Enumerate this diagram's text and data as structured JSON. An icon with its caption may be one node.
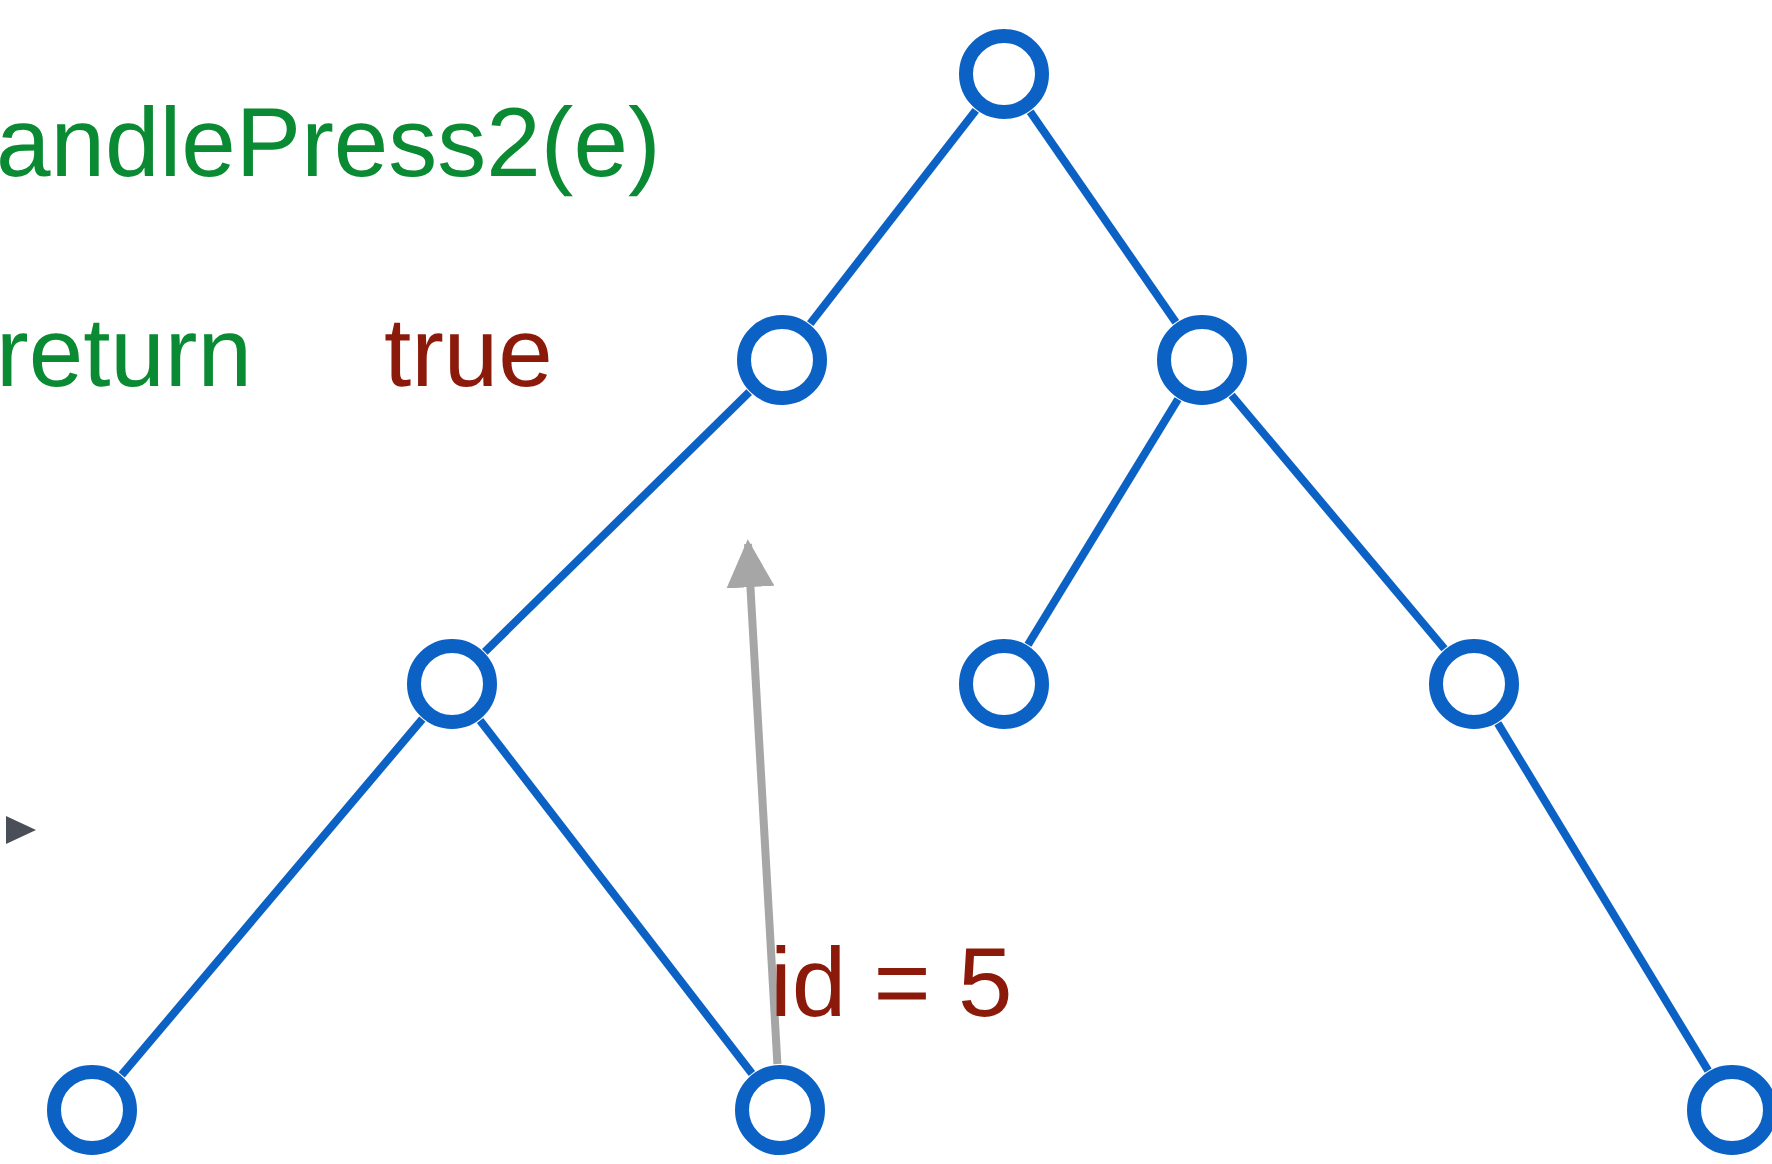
{
  "diagram": {
    "nodes": [
      {
        "text": [],
        "shape": "circle"
      },
      {
        "text": [],
        "shape": "circle"
      },
      {
        "text": [],
        "shape": "circle"
      },
      {
        "text": [],
        "shape": "circle"
      },
      {
        "text": [],
        "shape": "circle"
      },
      {
        "text": [],
        "shape": "circle"
      },
      {
        "text": [],
        "shape": "circle"
      },
      {
        "text": [],
        "shape": "circle"
      },
      {
        "text": [],
        "shape": "circle"
      }
    ],
    "edges": [
      {
        "from": 0,
        "to": 1,
        "arrow": "none"
      },
      {
        "from": 0,
        "to": 2,
        "arrow": "none"
      },
      {
        "from": 1,
        "to": 3,
        "arrow": "none"
      },
      {
        "from": 2,
        "to": 4,
        "arrow": "none"
      },
      {
        "from": 2,
        "to": 5,
        "arrow": "none"
      },
      {
        "from": 3,
        "to": 6,
        "arrow": "none"
      },
      {
        "from": 3,
        "to": 7,
        "arrow": "none"
      },
      {
        "from": 5,
        "to": 8,
        "arrow": "none"
      },
      {
        "from": 7,
        "to": null,
        "arrow": "to",
        "color": "#a6a6a6"
      }
    ],
    "labels": [
      "andlePress2(e)",
      "return",
      "true",
      "id = 5"
    ]
  }
}
